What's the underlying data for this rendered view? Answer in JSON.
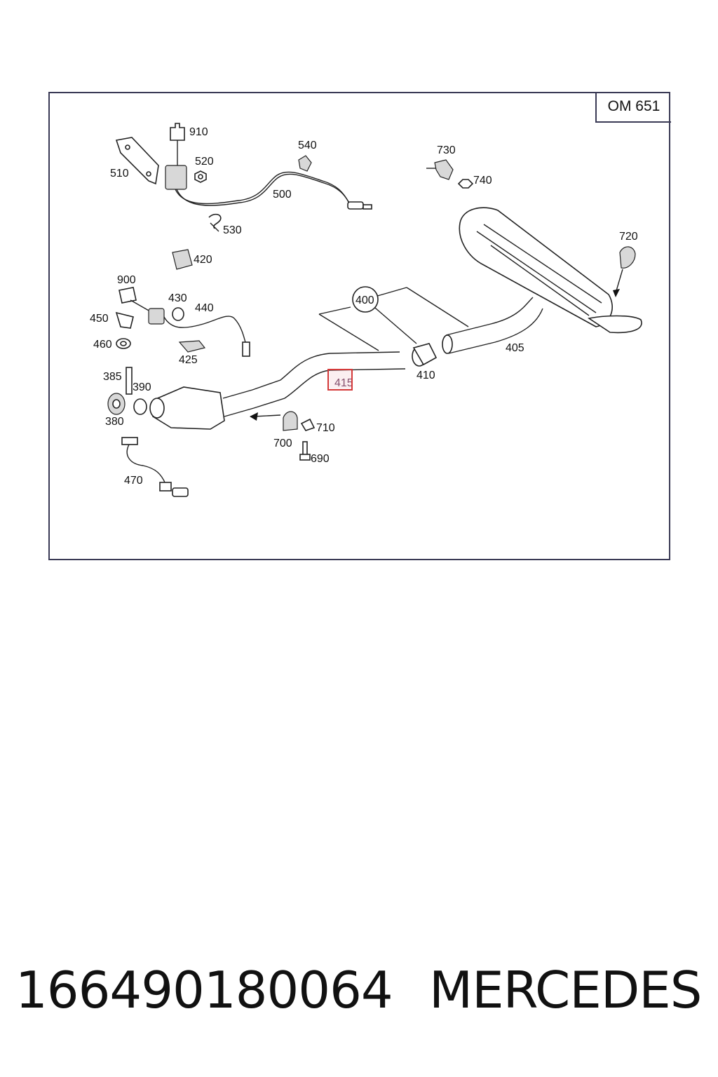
{
  "diagram": {
    "engine_tag": "OM 651",
    "callouts": [
      {
        "id": "p910",
        "label": "910"
      },
      {
        "id": "p520",
        "label": "520"
      },
      {
        "id": "p540",
        "label": "540"
      },
      {
        "id": "p730",
        "label": "730"
      },
      {
        "id": "p510",
        "label": "510"
      },
      {
        "id": "p740",
        "label": "740"
      },
      {
        "id": "p500",
        "label": "500"
      },
      {
        "id": "p530",
        "label": "530"
      },
      {
        "id": "p720",
        "label": "720"
      },
      {
        "id": "p420",
        "label": "420"
      },
      {
        "id": "p900",
        "label": "900"
      },
      {
        "id": "p430",
        "label": "430"
      },
      {
        "id": "p440",
        "label": "440"
      },
      {
        "id": "p400",
        "label": "400"
      },
      {
        "id": "p450",
        "label": "450"
      },
      {
        "id": "p460",
        "label": "460"
      },
      {
        "id": "p405",
        "label": "405"
      },
      {
        "id": "p425",
        "label": "425"
      },
      {
        "id": "p410",
        "label": "410"
      },
      {
        "id": "p385",
        "label": "385"
      },
      {
        "id": "p415",
        "label": "415"
      },
      {
        "id": "p390",
        "label": "390"
      },
      {
        "id": "p710",
        "label": "710"
      },
      {
        "id": "p380",
        "label": "380"
      },
      {
        "id": "p700",
        "label": "700"
      },
      {
        "id": "p690",
        "label": "690"
      },
      {
        "id": "p470",
        "label": "470"
      }
    ],
    "highlighted_part": "415",
    "highlight_color": "#d43a3a"
  },
  "footer": {
    "part_number": "166490180064",
    "brand": "MERCEDES"
  }
}
